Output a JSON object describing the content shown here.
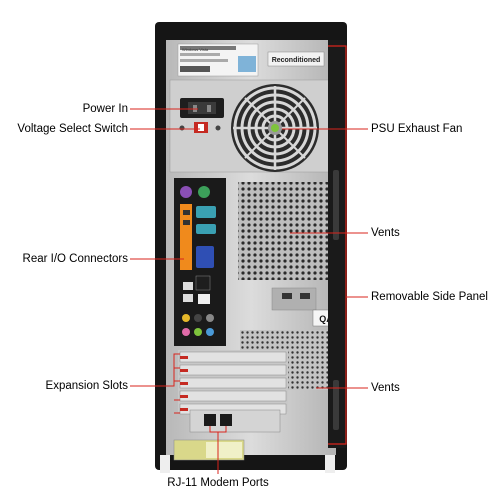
{
  "labels": {
    "power_in": "Power In",
    "voltage_select": "Voltage Select Switch",
    "rear_io": "Rear I/O Connectors",
    "expansion_slots": "Expansion Slots",
    "rj11": "RJ-11 Modem Ports",
    "psu_fan": "PSU Exhaust Fan",
    "vents_upper": "Vents",
    "side_panel": "Removable Side Panel",
    "vents_lower": "Vents"
  },
  "case_text": {
    "sticker": "Reconditioned",
    "badge": "QA",
    "sticker_small": "Windows Vista"
  },
  "colors": {
    "annotation_line": "#d9241c",
    "case_black": "#151515",
    "panel_silver": "#c9c9c9",
    "io_orange": "#f08a1c"
  }
}
